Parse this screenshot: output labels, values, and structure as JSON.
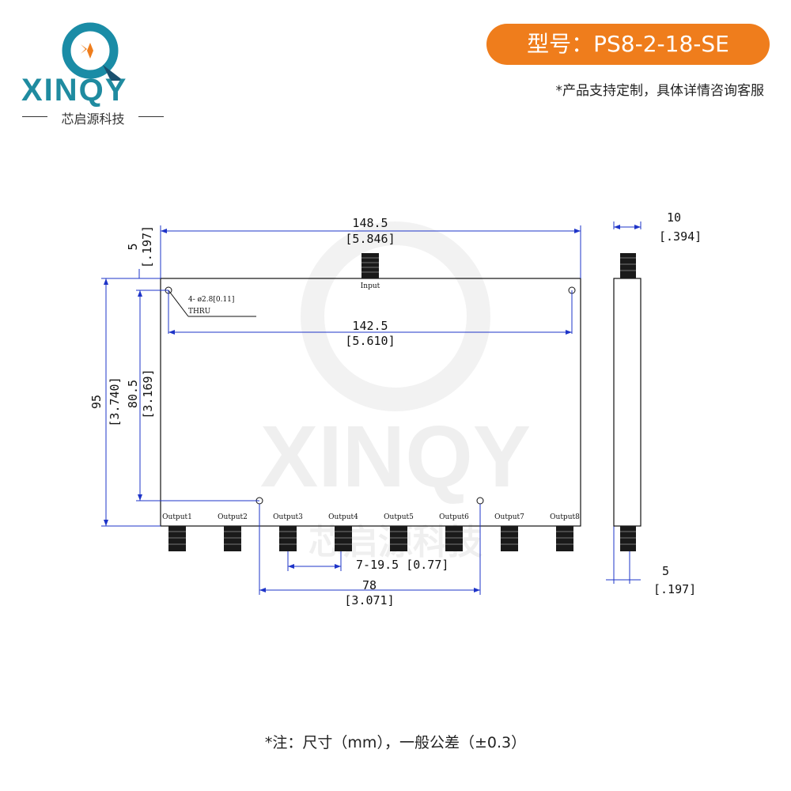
{
  "brand": {
    "name": "XINQY",
    "subtitle": "芯启源科技"
  },
  "header": {
    "model_label": "型号：PS8-2-18-SE",
    "custom_note": "*产品支持定制，具体详情咨询客服"
  },
  "drawing": {
    "input_label": "Input",
    "output_labels": [
      "Output1",
      "Output2",
      "Output3",
      "Output4",
      "Output5",
      "Output6",
      "Output7",
      "Output8"
    ],
    "hole_note_line1": "4- ø2.8[0.11]",
    "hole_note_line2": "THRU",
    "dims": {
      "overall_width": "148.5",
      "overall_width_in": "[5.846]",
      "hole_span": "142.5",
      "hole_span_in": "[5.610]",
      "top_offset": "5",
      "top_offset_in": "[.197]",
      "height": "95",
      "height_in": "[3.740]",
      "hole_vertical": "80.5",
      "hole_vertical_in": "[3.169]",
      "pitch": "7-19.5 [0.77]",
      "bottom_hole_span": "78",
      "bottom_hole_span_in": "[3.071]",
      "thickness": "10",
      "thickness_in": "[.394]",
      "connector_offset": "5",
      "connector_offset_in": "[.197]"
    }
  },
  "watermark": {
    "text": "XINQY",
    "subtitle": "芯启源科技"
  },
  "footer": {
    "note": "*注：尺寸（mm），一般公差（±0.3）"
  },
  "colors": {
    "accent": "#ef7d1c",
    "brand": "#1f8ba0",
    "brand_dark": "#1a4f6e"
  }
}
